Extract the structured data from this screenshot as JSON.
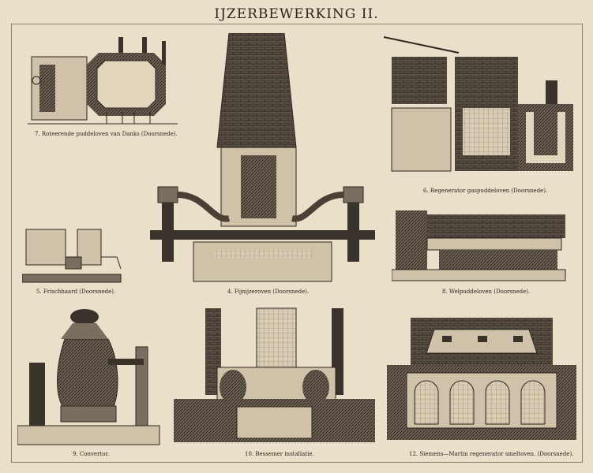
{
  "title": "IJZERBEWERKING II.",
  "captions": {
    "fig7": "7. Roteerende puddeloven van Danks (Doorsnede).",
    "fig6": "6. Regenerator gaspuddeloven (Doorsnede).",
    "fig5": "5. Frischhaard (Doorsnede).",
    "fig4": "4. Fijnijzeroven (Doorsnede).",
    "fig8": "8. Welpuddeloven (Doorsnede).",
    "fig9": "9. Convertor.",
    "fig10": "10. Bessemer installatie.",
    "fig12": "12. Siemens—Martin regenerator smeltoven. (Doorsnede)."
  }
}
